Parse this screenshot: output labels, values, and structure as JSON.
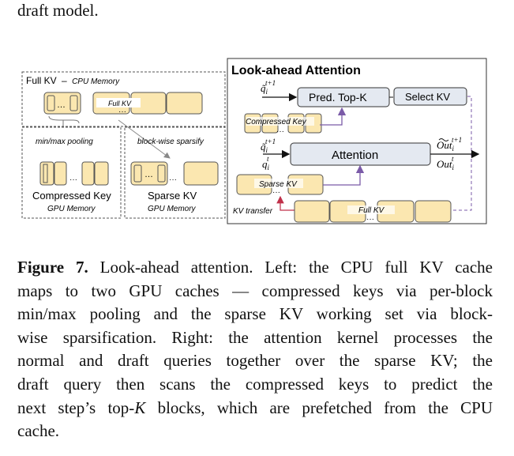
{
  "top_text": "draft model.",
  "figure": {
    "left": {
      "full_kv_title": "Full KV",
      "full_kv_dash": "–",
      "cpu_memory": "CPU Memory",
      "full_kv_tag": "Full KV",
      "ellipsis": "…",
      "dots": "···",
      "minmax_pooling": "min/max pooling",
      "blockwise_sparsify": "block-wise sparsify",
      "compressed_key": "Compressed Key",
      "sparse_kv": "Sparse KV",
      "gpu_memory": "GPU Memory"
    },
    "right": {
      "title": "Look-ahead Attention",
      "q_tilde_t1_base": "q̃",
      "q_sub": "i",
      "sup_t1": "t+1",
      "sup_t": "t",
      "q_base": "q",
      "pred_topk": "Pred. Top-K",
      "select_kv": "Select KV",
      "compressed_key": "Compressed Key",
      "attention": "Attention",
      "out_tilde_base": "Out",
      "out_base": "Out",
      "sparse_kv": "Sparse KV",
      "kv_transfer": "KV transfer",
      "full_kv": "Full KV",
      "dots": "···"
    }
  },
  "caption": {
    "label": "Figure 7.",
    "lines": [
      " Look-ahead attention. Left: the CPU full KV cache",
      "maps to two GPU caches — compressed keys via per-block",
      "min/max pooling and the sparse KV working set via block-",
      "wise sparsification. Right: the attention kernel processes the",
      "normal and draft queries together over the sparse KV; the",
      "draft query then scans the compressed keys to predict the"
    ],
    "line7_a": "next step’s top-",
    "line7_k": "K",
    "line7_b": " blocks, which are prefetched from the CPU",
    "line8": "cache."
  },
  "colors": {
    "block_fill": "#fbe7b0",
    "block_stroke": "#555555",
    "box_fill": "#e4e9f1",
    "arrow_purple": "#7b5ba8",
    "kv_red": "#c0304a"
  }
}
